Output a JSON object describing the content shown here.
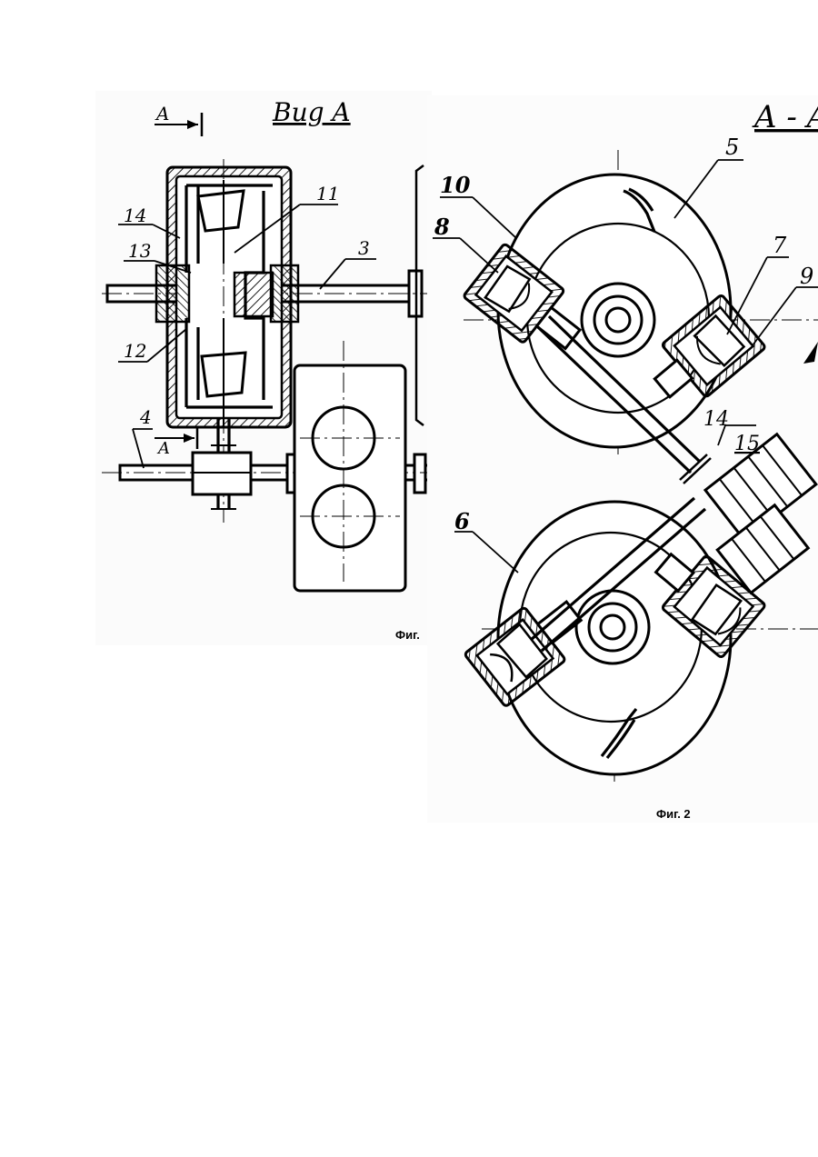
{
  "fig1": {
    "view_title": "Bug A",
    "section_mark": "A",
    "caption": "Фиг.",
    "labels": {
      "l14": "14",
      "l13": "13",
      "l12": "12",
      "l11": "11",
      "l3": "3",
      "l4": "4"
    }
  },
  "fig2": {
    "section_title": "A - A",
    "caption": "Фиг. 2",
    "labels": {
      "l5": "5",
      "l10": "10",
      "l8": "8",
      "l7": "7",
      "l9": "9",
      "l14": "14",
      "l15": "15",
      "l6": "6"
    }
  }
}
